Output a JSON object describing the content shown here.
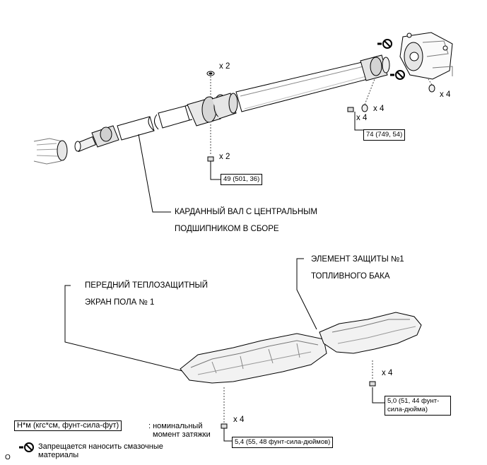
{
  "labels": {
    "propeller_shaft_line1": "КАРДАННЫЙ ВАЛ С ЦЕНТРАЛЬНЫМ",
    "propeller_shaft_line2": "ПОДШИПНИКОМ В СБОРЕ",
    "heat_insulator_line1": "ПЕРЕДНИЙ ТЕПЛОЗАЩИТНЫЙ",
    "heat_insulator_line2": "ЭКРАН ПОЛА № 1",
    "tank_protector_line1": "ЭЛЕМЕНТ ЗАЩИТЫ №1",
    "tank_protector_line2": "ТОПЛИВНОГО БАКА"
  },
  "quantities": {
    "washer_top": "x 2",
    "washer_right": "x 4",
    "bolt_right": "x 4",
    "flange_right": "x 4",
    "bolt_center": "x 2",
    "bolt_tank": "x 4",
    "bolt_floor": "x 4"
  },
  "torques": {
    "rear_flange": "74 (749, 54)",
    "center_bearing": "49 (501, 36)",
    "tank_protector": "5,0 (51, 44 фунт-сила-дюйма)",
    "floor_insulator": "5,4 (55, 48 фунт-сила-дюймов)"
  },
  "legend": {
    "torque_unit": "Н*м (кгс*см, фунт-сила-фут)",
    "torque_desc_line1": ": номинальный",
    "torque_desc_line2": "момент затяжки",
    "nogrease_line1": "Запрещается наносить смазочные",
    "nogrease_line2": "материалы",
    "corner_mark": "O"
  },
  "icons": [
    "no-grease-icon",
    "bolt-icon",
    "washer-icon"
  ]
}
